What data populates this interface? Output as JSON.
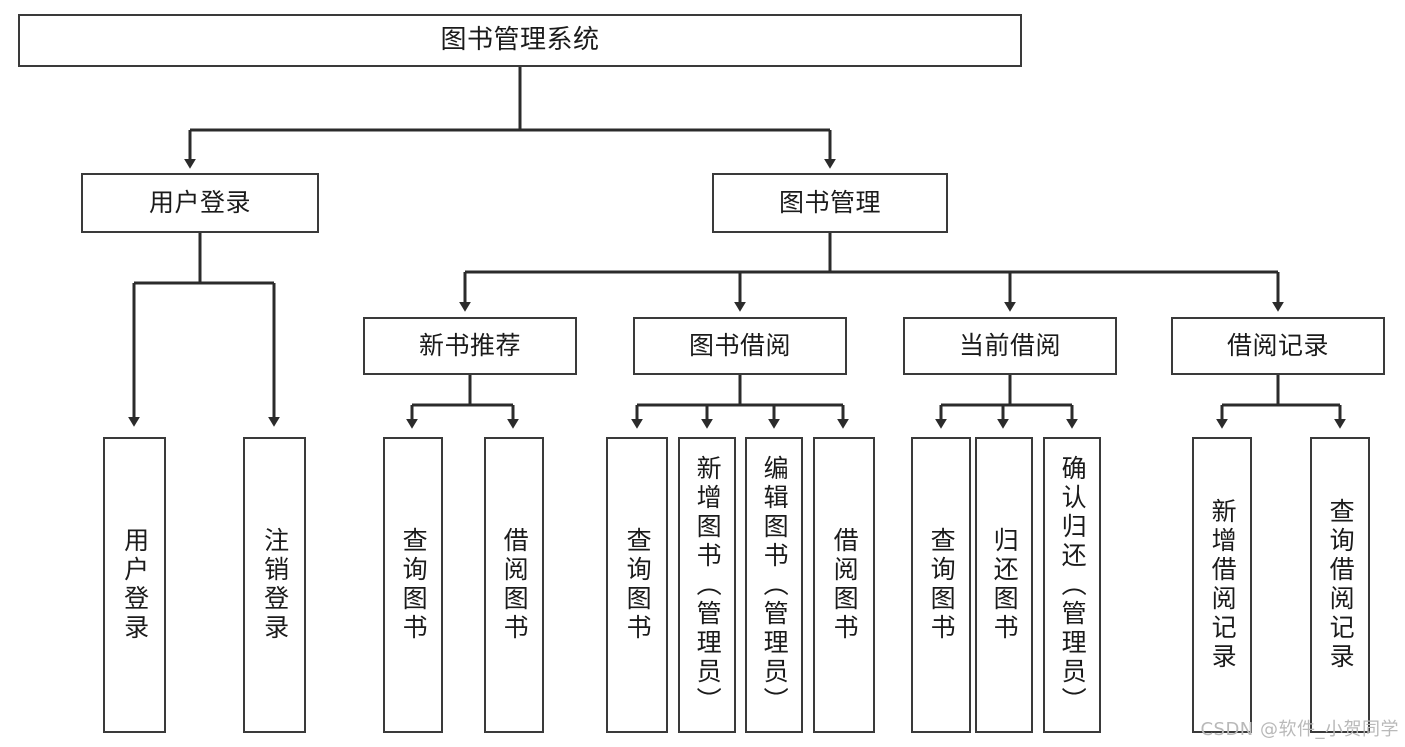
{
  "diagram": {
    "type": "tree-hierarchy",
    "title": "图书管理系统",
    "root": {
      "id": "root",
      "label": "图书管理系统"
    },
    "level2": [
      {
        "id": "user-login",
        "label": "用户登录"
      },
      {
        "id": "book-manage",
        "label": "图书管理"
      }
    ],
    "level3": [
      {
        "id": "new-book-recommend",
        "label": "新书推荐",
        "parent": "book-manage"
      },
      {
        "id": "book-borrow",
        "label": "图书借阅",
        "parent": "book-manage"
      },
      {
        "id": "current-borrow",
        "label": "当前借阅",
        "parent": "book-manage"
      },
      {
        "id": "borrow-record",
        "label": "借阅记录",
        "parent": "book-manage"
      }
    ],
    "leaves": {
      "user_login": [
        {
          "id": "leaf-user-login",
          "label": "用户登录"
        },
        {
          "id": "leaf-logout-login",
          "label": "注销登录"
        }
      ],
      "new_book_recommend": [
        {
          "id": "leaf-query-book-1",
          "label": "查询图书"
        },
        {
          "id": "leaf-borrow-book-1",
          "label": "借阅图书"
        }
      ],
      "book_borrow": [
        {
          "id": "leaf-query-book-2",
          "label": "查询图书"
        },
        {
          "id": "leaf-add-book",
          "label": "新增图书（管理员）"
        },
        {
          "id": "leaf-edit-book",
          "label": "编辑图书（管理员）"
        },
        {
          "id": "leaf-borrow-book-2",
          "label": "借阅图书"
        }
      ],
      "current_borrow": [
        {
          "id": "leaf-query-book-3",
          "label": "查询图书"
        },
        {
          "id": "leaf-return-book",
          "label": "归还图书"
        },
        {
          "id": "leaf-confirm-return",
          "label": "确认归还（管理员）"
        }
      ],
      "borrow_record": [
        {
          "id": "leaf-add-record",
          "label": "新增借阅记录"
        },
        {
          "id": "leaf-query-record",
          "label": "查询借阅记录"
        }
      ]
    }
  },
  "watermark": {
    "text": "CSDN @软件_小贺同学"
  },
  "colors": {
    "background": "#ffffff",
    "box_fill": "#ffffff",
    "box_stroke": "#3a3a3a",
    "connector": "#2b2b2b",
    "text": "#1b1b1b",
    "watermark": "#b9b9b9"
  }
}
